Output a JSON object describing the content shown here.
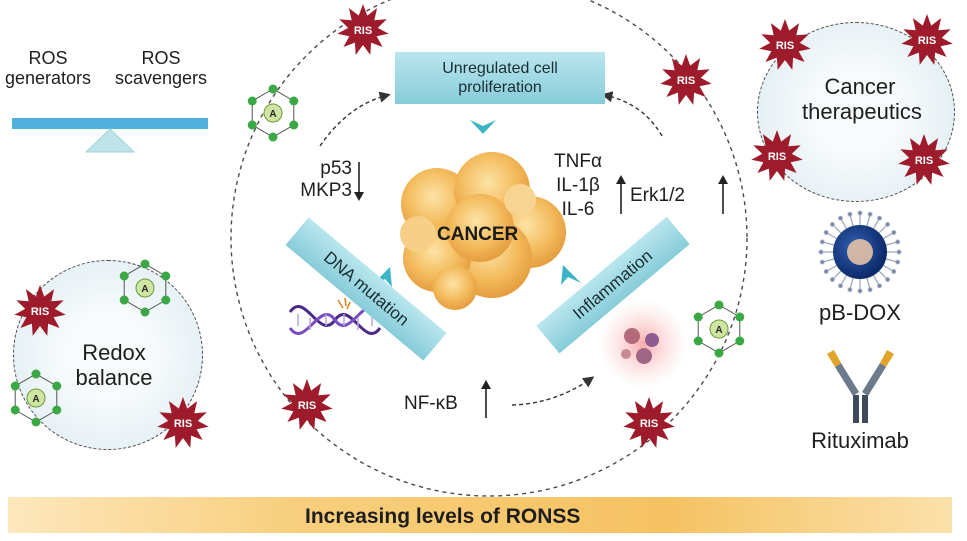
{
  "ris_label": "RIS",
  "antioxidant_label": "A",
  "left_balance": {
    "generators": "ROS\ngenerators",
    "scavengers": "ROS\nscavengers"
  },
  "redox_bubble": {
    "label": "Redox\nbalance"
  },
  "cycle": {
    "top_banner": "Unregulated cell\nproliferation",
    "center": "CANCER",
    "dna_banner": "DNA mutation",
    "inflammation_banner": "Inflammation",
    "p53_group": "p53\nMKP3",
    "cytokines": "TNFα\nIL-1β\nIL-6",
    "erk": "Erk1/2",
    "nfkb": "NF-κB"
  },
  "therapeutics_bubble": {
    "label": "Cancer\ntherapeutics"
  },
  "drugs": {
    "nanoparticle": "pB-DOX",
    "antibody": "Rituximab"
  },
  "bottom_bar": {
    "label": "Increasing levels of RONSS"
  },
  "colors": {
    "ris_burst": "#9e1b2b",
    "banner": "#95d3de",
    "bar": "#f7c96f",
    "molecule_green": "#3aa845",
    "cancer_cell": "#f2b85a"
  }
}
